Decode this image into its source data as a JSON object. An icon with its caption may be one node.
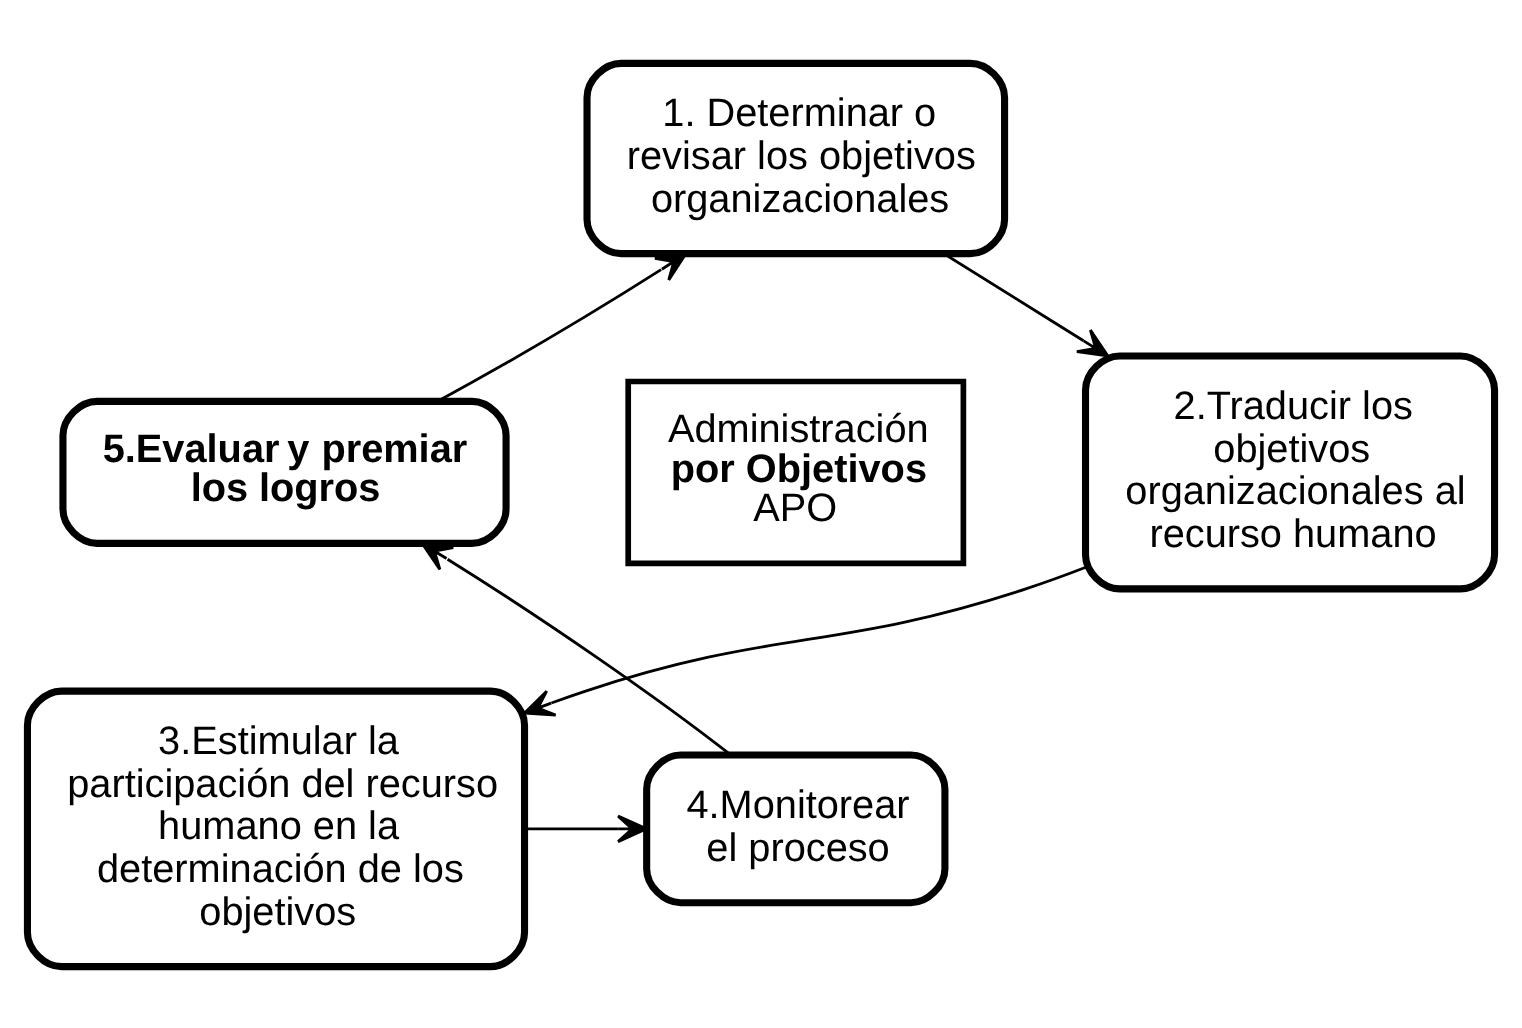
{
  "diagram": {
    "nodes": [
      {
        "text": [
          "1. Determinar o revisar los objetivos organizacionales"
        ]
      },
      {
        "text": [
          "2.Traducir los objetivos organizacionales al recurso humano"
        ]
      },
      {
        "text": [
          "3.Estimular la participación del recurso humano en la determinación de los objetivos"
        ]
      },
      {
        "text": [
          "4.Monitorear el proceso"
        ]
      },
      {
        "text": [
          "5.Evaluar y premiar los logros"
        ]
      },
      {
        "text": [
          "Administración **por Objetivos** APO"
        ]
      }
    ],
    "edges": [
      {
        "from": 0,
        "to": 1,
        "arrow": "to"
      },
      {
        "from": 1,
        "to": 2,
        "arrow": "to"
      },
      {
        "from": 2,
        "to": 3,
        "arrow": "to"
      },
      {
        "from": 3,
        "to": 4,
        "arrow": "to"
      },
      {
        "from": 4,
        "to": 0,
        "arrow": "to"
      }
    ]
  }
}
